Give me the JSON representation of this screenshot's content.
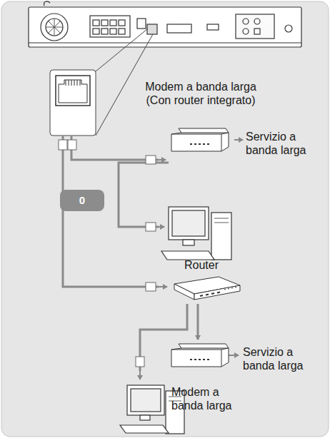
{
  "diagram": {
    "nodes": [
      {
        "text": [
          "Modem a banda larga (Con router integrato)"
        ]
      },
      {
        "text": [
          "Router"
        ]
      },
      {
        "text": [
          "Modem a banda larga"
        ]
      }
    ],
    "edges": [
      {
        "from": 1,
        "to": 2,
        "arrow": "to"
      }
    ],
    "labels": [
      "Servizio a banda larga",
      "0",
      "Servizio a banda larga"
    ]
  }
}
